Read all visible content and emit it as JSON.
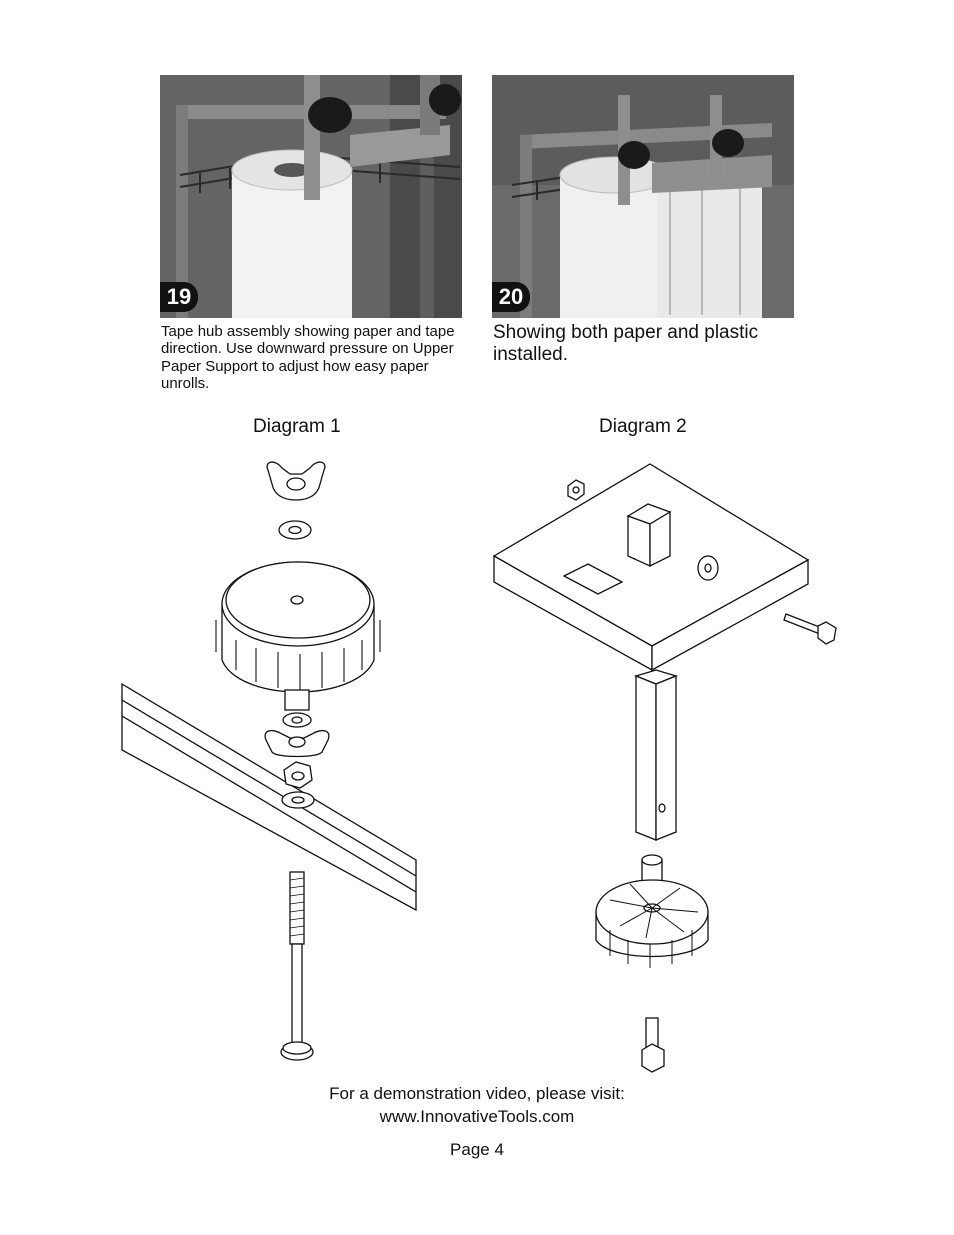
{
  "photos": [
    {
      "number": "19",
      "caption": "Tape hub assembly showing paper and tape direction. Use downward pressure on Upper Paper Support to adjust how easy paper unrolls."
    },
    {
      "number": "20",
      "caption": "Showing both paper and plastic installed."
    }
  ],
  "diagrams": [
    {
      "title": "Diagram 1"
    },
    {
      "title": "Diagram 2"
    }
  ],
  "footer": {
    "line1": "For a demonstration video, please visit:",
    "line2": "www.InnovativeTools.com",
    "page": "Page 4"
  }
}
